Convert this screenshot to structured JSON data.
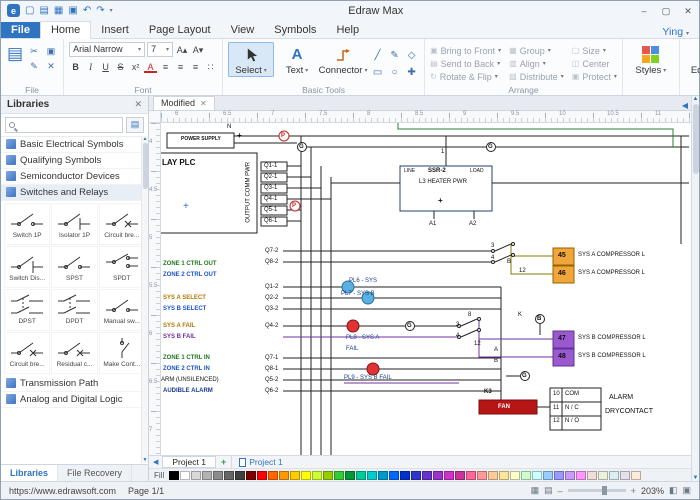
{
  "titlebar": {
    "title": "Edraw Max",
    "user": "Ying"
  },
  "window": {
    "minimize": "–",
    "maximize": "▢",
    "close": "✕"
  },
  "menu": {
    "tabs": [
      "File",
      "Home",
      "Insert",
      "Page Layout",
      "View",
      "Symbols",
      "Help"
    ]
  },
  "ribbon": {
    "group_labels": {
      "clipboard": "File",
      "font": "Font",
      "tools": "Basic Tools",
      "arrange": "Arrange"
    },
    "font_name": "Arial Narrow",
    "font_size": "7",
    "select": "Select",
    "text": "Text",
    "connector": "Connector",
    "arrange_items": [
      "Bring to Front",
      "Send to Back",
      "Rotate & Flip",
      "Group",
      "Align",
      "Distribute",
      "Size",
      "Center",
      "Protect"
    ],
    "styles": "Styles",
    "editing": "Editing"
  },
  "libraries": {
    "title": "Libraries",
    "items": [
      "Basic Electrical Symbols",
      "Qualifying Symbols",
      "Semiconductor Devices",
      "Switches and Relays",
      "Transmission Path",
      "Analog and Digital Logic"
    ],
    "symbols": [
      "Switch 1P",
      "Isolator 1P",
      "Circuit bre...",
      "Switch Dis...",
      "SPST",
      "SPDT",
      "DPST",
      "DPDT",
      "Manual sw...",
      "Circuit bre...",
      "Residual c...",
      "Make Cont..."
    ],
    "bottom_tabs": [
      "Libraries",
      "File Recovery"
    ]
  },
  "canvas": {
    "doc_tab": "Modified",
    "ruler_top": [
      "6",
      "6.5",
      "7",
      "7.5",
      "8",
      "8.5",
      "9",
      "9.5",
      "10",
      "10.5",
      "11"
    ],
    "ruler_left": [
      "4",
      "4.5",
      "5",
      "5.5",
      "6",
      "6.5",
      "7"
    ]
  },
  "diagram": {
    "n": "N",
    "power_supply": "POWER SUPPLY",
    "plus": "+",
    "p": "P",
    "g": "G",
    "b": "B",
    "k": "K",
    "a": "A",
    "one": "1",
    "relay_plc": "LAY PLC",
    "output_comm_pwr": "OUTPUT COMM PWR",
    "q_out": [
      "Q1-1",
      "Q2-1",
      "Q3-1",
      "Q4-1",
      "Q5-1",
      "Q6-1"
    ],
    "q_rows": [
      "Q7-2",
      "Q8-2",
      "Q1-2",
      "Q2-2",
      "Q3-2",
      "Q4-2",
      "Q7-1",
      "Q8-1",
      "Q5-2",
      "Q6-2"
    ],
    "ssr_line": "LINE",
    "ssr_name": "SSR-2",
    "ssr_load": "LOAD",
    "ssr_desc": "L3 HEATER PWR",
    "a1": "A1",
    "a2": "A2",
    "zone1_out": "ZONE 1 CTRL OUT",
    "zone2_out": "ZONE 2 CTRL OUT",
    "sysa_select": "SYS A SELECT",
    "sysb_select": "SYS B SELECT",
    "sysa_fail": "SYS A FAIL",
    "sysb_fail": "SYS B FAIL",
    "zone1_in": "ZONE 1 CTRL IN",
    "zone2_in": "ZONE 2 CTRL IN",
    "alarm_unsilenced": "ARM (UNSILENCED)",
    "audible_alarm": "AUDIBLE ALARM",
    "pl6": "PL6 - SYS",
    "pl7": "PL7 - SYS B",
    "pl8": "PL8 - SYS A",
    "pl8_fail": "FAIL",
    "pl9": "PL9 - SYS B FAIL",
    "t45": "45",
    "t46": "46",
    "t47": "47",
    "t48": "48",
    "sysa_comp": "SYS A COMPRESSOR L",
    "sysb_comp": "SYS B COMPRESSOR L",
    "n3": "3",
    "n4": "4",
    "n8": "8",
    "n12": "12",
    "k3": "K3",
    "fan": "FAN",
    "tb_10": "10",
    "tb_com": "COM",
    "tb_11": "11",
    "tb_nc": "N / C",
    "tb_12": "12",
    "tb_no": "N / O",
    "alarm": "ALARM",
    "drycontact": "DRYCONTACT"
  },
  "bottom": {
    "project1": "Project 1",
    "project2": "Project 1",
    "fill": "Fill"
  },
  "palette": {
    "colors": [
      "#000000",
      "#ffffff",
      "#d8d8d8",
      "#b2b2b2",
      "#8c8c8c",
      "#666666",
      "#404040",
      "#7f0000",
      "#ff0000",
      "#ff6600",
      "#ff9900",
      "#ffcc00",
      "#ffff00",
      "#ccff33",
      "#99cc00",
      "#33cc33",
      "#009933",
      "#00cc99",
      "#00cccc",
      "#0099cc",
      "#0066ff",
      "#0033cc",
      "#3333cc",
      "#6633cc",
      "#9933cc",
      "#cc33cc",
      "#cc3399",
      "#ff6699",
      "#ff9999",
      "#ffcc99",
      "#ffe599",
      "#ffffcc",
      "#ccffcc",
      "#ccffff",
      "#99ccff",
      "#9999ff",
      "#cc99ff",
      "#ff99ff",
      "#f2dcdb",
      "#ebf1dd",
      "#dbeef3",
      "#e5e0ec",
      "#fdeada"
    ]
  },
  "status": {
    "url": "https://www.edrawsoft.com",
    "page": "Page 1/1",
    "zoom": "203%"
  }
}
